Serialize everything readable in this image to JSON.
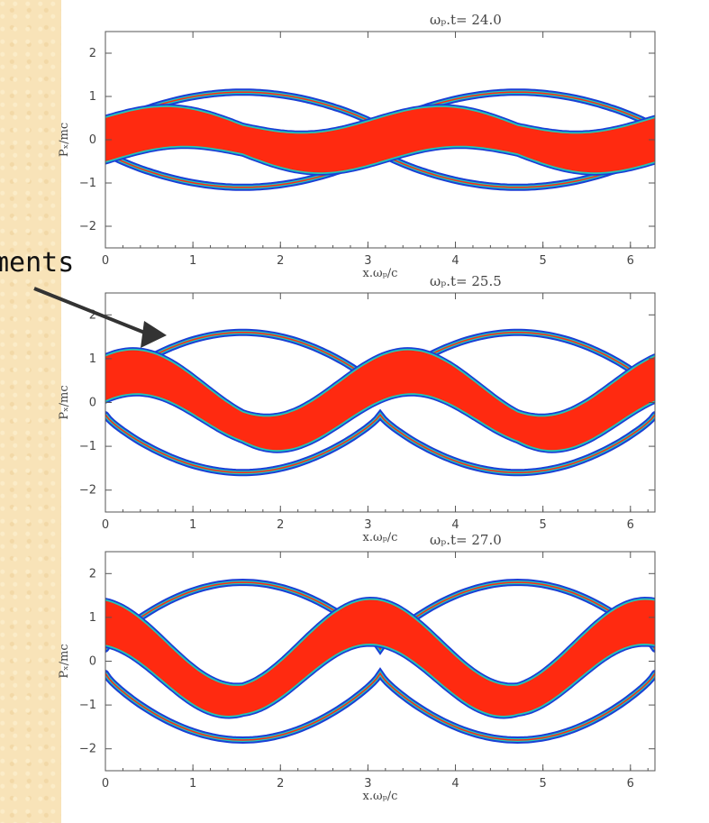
{
  "annotation": {
    "text": "ments"
  },
  "chart_data": [
    {
      "type": "heatmap",
      "title": "ωₚ.t=   24.0",
      "xlabel": "x.ωₚ/c",
      "ylabel": "Pₓ/mc",
      "xlim": [
        0,
        6.28
      ],
      "ylim": [
        -2.5,
        2.5
      ],
      "xticks": [
        "0",
        "1",
        "2",
        "3",
        "4",
        "5",
        "6"
      ],
      "yticks": [
        "2",
        "1",
        "0",
        "−1",
        "−2"
      ],
      "separatrix_height": 1.1,
      "core_amplitude": 0.3
    },
    {
      "type": "heatmap",
      "title": "ωₚ.t=   25.5",
      "xlabel": "x.ωₚ/c",
      "ylabel": "Pₓ/mc",
      "xlim": [
        0,
        6.28
      ],
      "ylim": [
        -2.5,
        2.5
      ],
      "xticks": [
        "0",
        "1",
        "2",
        "3",
        "4",
        "5",
        "6"
      ],
      "yticks": [
        "2",
        "1",
        "0",
        "−1",
        "−2"
      ],
      "separatrix_height": 1.6,
      "core_amplitude": 0.7
    },
    {
      "type": "heatmap",
      "title": "ωₚ.t=   27.0",
      "xlabel": "x.ωₚ/c",
      "ylabel": "Pₓ/mc",
      "xlim": [
        0,
        6.28
      ],
      "ylim": [
        -2.5,
        2.5
      ],
      "xticks": [
        "0",
        "1",
        "2",
        "3",
        "4",
        "5",
        "6"
      ],
      "yticks": [
        "2",
        "1",
        "0",
        "−1",
        "−2"
      ],
      "separatrix_height": 1.8,
      "core_amplitude": 0.9
    }
  ],
  "colors": {
    "core": "#ff2a10",
    "edge_inner": "#22c6b8",
    "edge_outer": "#1a3fd6",
    "axis": "#555555",
    "arrow": "#333333"
  }
}
